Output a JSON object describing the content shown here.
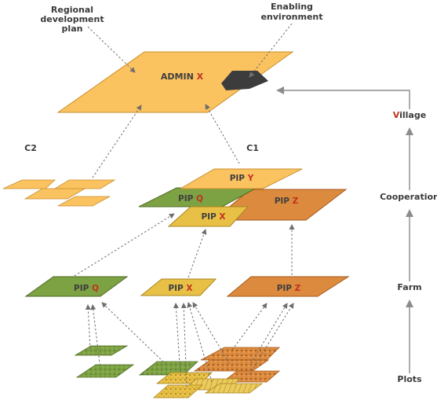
{
  "colors": {
    "yellow_orange": "#fbc260",
    "green": "#7da243",
    "yellow": "#e9c046",
    "orange": "#dc8a3d",
    "dark_gray": "#3c3c3c",
    "accent_red": "#c0321f"
  },
  "labels": {
    "regional_plan_line1": "Regional",
    "regional_plan_line2": "development",
    "regional_plan_line3": "plan",
    "enabling_line1": "Enabling",
    "enabling_line2": "environment",
    "c2": "C2",
    "c1": "C1"
  },
  "admin": {
    "prefix": "ADMIN ",
    "suffix": "X"
  },
  "pip_y": {
    "prefix": "PIP ",
    "suffix": "Y"
  },
  "pip_q": {
    "prefix": "PIP ",
    "suffix": "Q"
  },
  "pip_z": {
    "prefix": "PIP ",
    "suffix": "Z"
  },
  "pip_x": {
    "prefix": "PIP ",
    "suffix": "X"
  },
  "farm_q": {
    "prefix": "PIP ",
    "suffix": "Q"
  },
  "farm_x": {
    "prefix": "PIP ",
    "suffix": "X"
  },
  "farm_z": {
    "prefix": "PIP ",
    "suffix": "Z"
  },
  "scale": {
    "village_first": "V",
    "village_rest": "illage",
    "cooperation": "Cooperation",
    "farm": "Farm",
    "plots": "Plots"
  }
}
